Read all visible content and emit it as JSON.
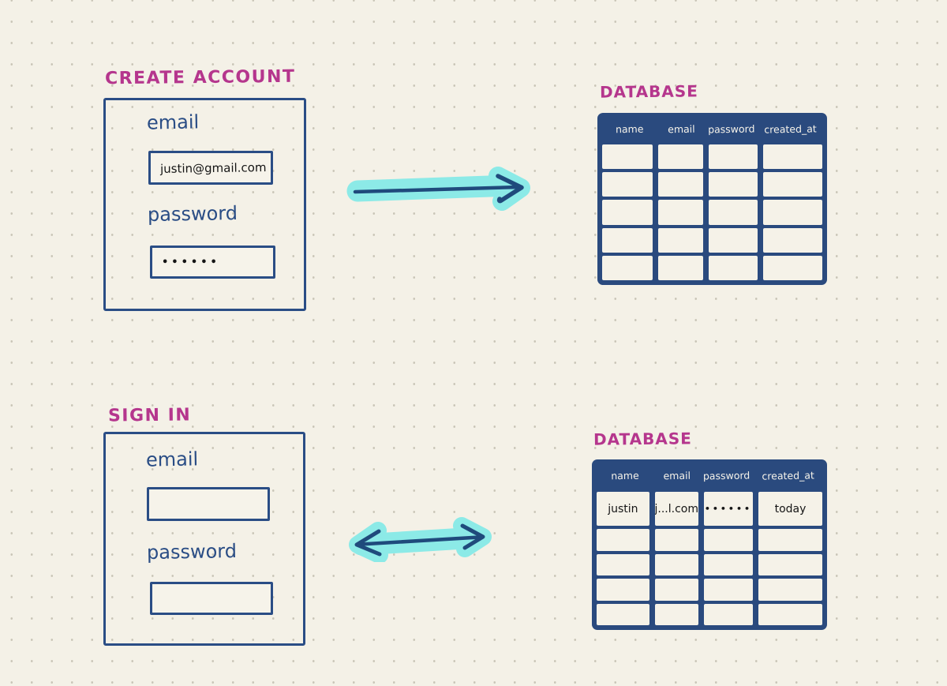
{
  "colors": {
    "background": "#f4f1e7",
    "dot_grid": "#c9c5b7",
    "ink_blue": "#2a4d85",
    "table_header_blue": "#2a4a7e",
    "title_magenta": "#b5368d",
    "arrow_highlight_cyan": "#8ceae7",
    "handwriting_black": "#151515"
  },
  "create_account": {
    "title": "CREATE ACCOUNT",
    "email_label": "email",
    "email_value": "justin@gmail.com",
    "password_label": "password",
    "password_value": "••••••"
  },
  "sign_in": {
    "title": "SIGN IN",
    "email_label": "email",
    "email_value": "",
    "password_label": "password",
    "password_value": ""
  },
  "database_top": {
    "title": "DATABASE",
    "columns": [
      "name",
      "email",
      "password",
      "created_at"
    ],
    "rows": [
      [
        "",
        "",
        "",
        ""
      ],
      [
        "",
        "",
        "",
        ""
      ],
      [
        "",
        "",
        "",
        ""
      ],
      [
        "",
        "",
        "",
        ""
      ],
      [
        "",
        "",
        "",
        ""
      ]
    ]
  },
  "database_bottom": {
    "title": "DATABASE",
    "columns": [
      "name",
      "email",
      "password",
      "created_at"
    ],
    "rows": [
      [
        "justin",
        "j...l.com",
        "••••••",
        "today"
      ],
      [
        "",
        "",
        "",
        ""
      ],
      [
        "",
        "",
        "",
        ""
      ],
      [
        "",
        "",
        "",
        ""
      ],
      [
        "",
        "",
        "",
        ""
      ]
    ]
  },
  "arrows": {
    "top": "right-arrow (create account data flows to database)",
    "bottom": "double-headed arrow (sign in checks against database)"
  }
}
